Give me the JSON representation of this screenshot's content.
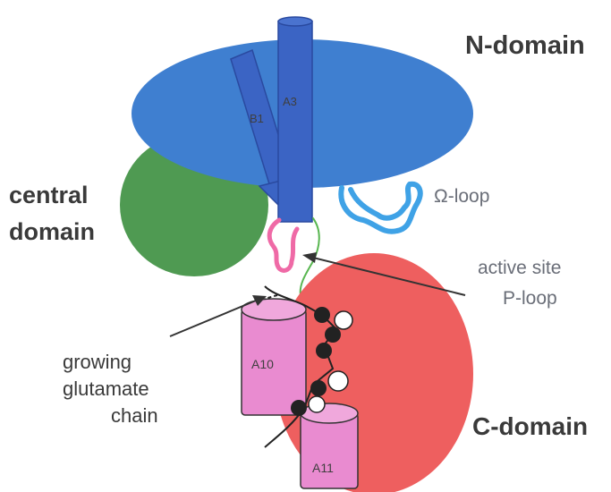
{
  "labels": {
    "n_domain": "N-domain",
    "central_line1": "central",
    "central_line2": "domain",
    "omega_loop": "Ω-loop",
    "active_site": "active site",
    "p_loop": "P-loop",
    "growing_line1": "growing",
    "growing_line2": "glutamate",
    "growing_line3": "chain",
    "c_domain": "C-domain"
  },
  "helices": {
    "a3": "A3",
    "b1": "B1",
    "a10": "A10",
    "a11": "A11"
  },
  "colors": {
    "n_domain": "#3f7fd0",
    "central_domain": "#4f9a52",
    "c_domain": "#ee5f5f",
    "helix_blue": "#3b64c4",
    "helix_pink": "#e98bd0",
    "omega_loop": "#3fa2e6",
    "p_loop": "#ef6aa6",
    "green_loop": "#58b650"
  }
}
